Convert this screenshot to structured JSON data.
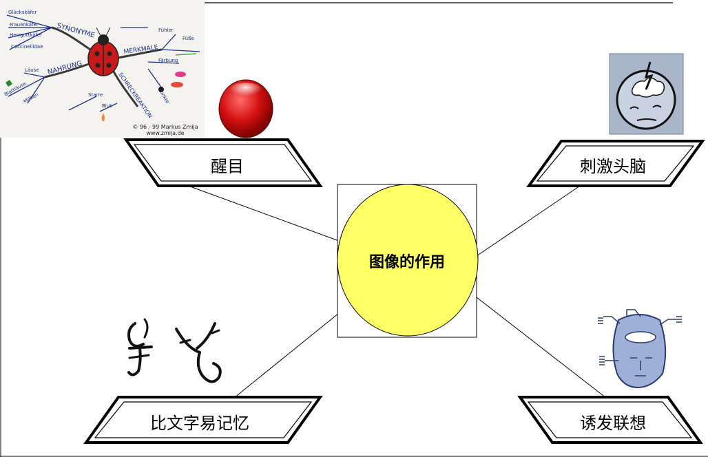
{
  "center": {
    "label": "图像的作用"
  },
  "nodes": [
    {
      "id": "eye-catching",
      "label": "醒目"
    },
    {
      "id": "stimulate-brain",
      "label": "刺激头脑"
    },
    {
      "id": "easier-than-text",
      "label": "比文字易记忆"
    },
    {
      "id": "association",
      "label": "诱发联想"
    }
  ],
  "mindmap_image": {
    "words": [
      "SYNONYME",
      "MERKMALE",
      "NAHRUNG",
      "SCHRECKREAKTION",
      "Glückskäfer",
      "Frauenkäfer",
      "Herrgottkäfer",
      "Coccinellidae",
      "Läuse",
      "Blattläuse",
      "Milben",
      "Fühler",
      "Füße",
      "Färbung",
      "Punkte",
      "Starre",
      "Blut"
    ],
    "credit_line1": "© 96 - 99 Markus Zmija",
    "credit_line2": "www.zmija.de"
  },
  "colors": {
    "ellipse_fill": "#ffff66",
    "red_button": "#d41010",
    "face_panel": "#a9b5c8",
    "head_fill": "#9fb0d8",
    "mindmap_ink": "#1a2f8c"
  },
  "icons": [
    "ladybug-mindmap-image",
    "red-button-icon",
    "thinking-face-icon",
    "ancient-glyphs-image",
    "head-network-icon"
  ]
}
